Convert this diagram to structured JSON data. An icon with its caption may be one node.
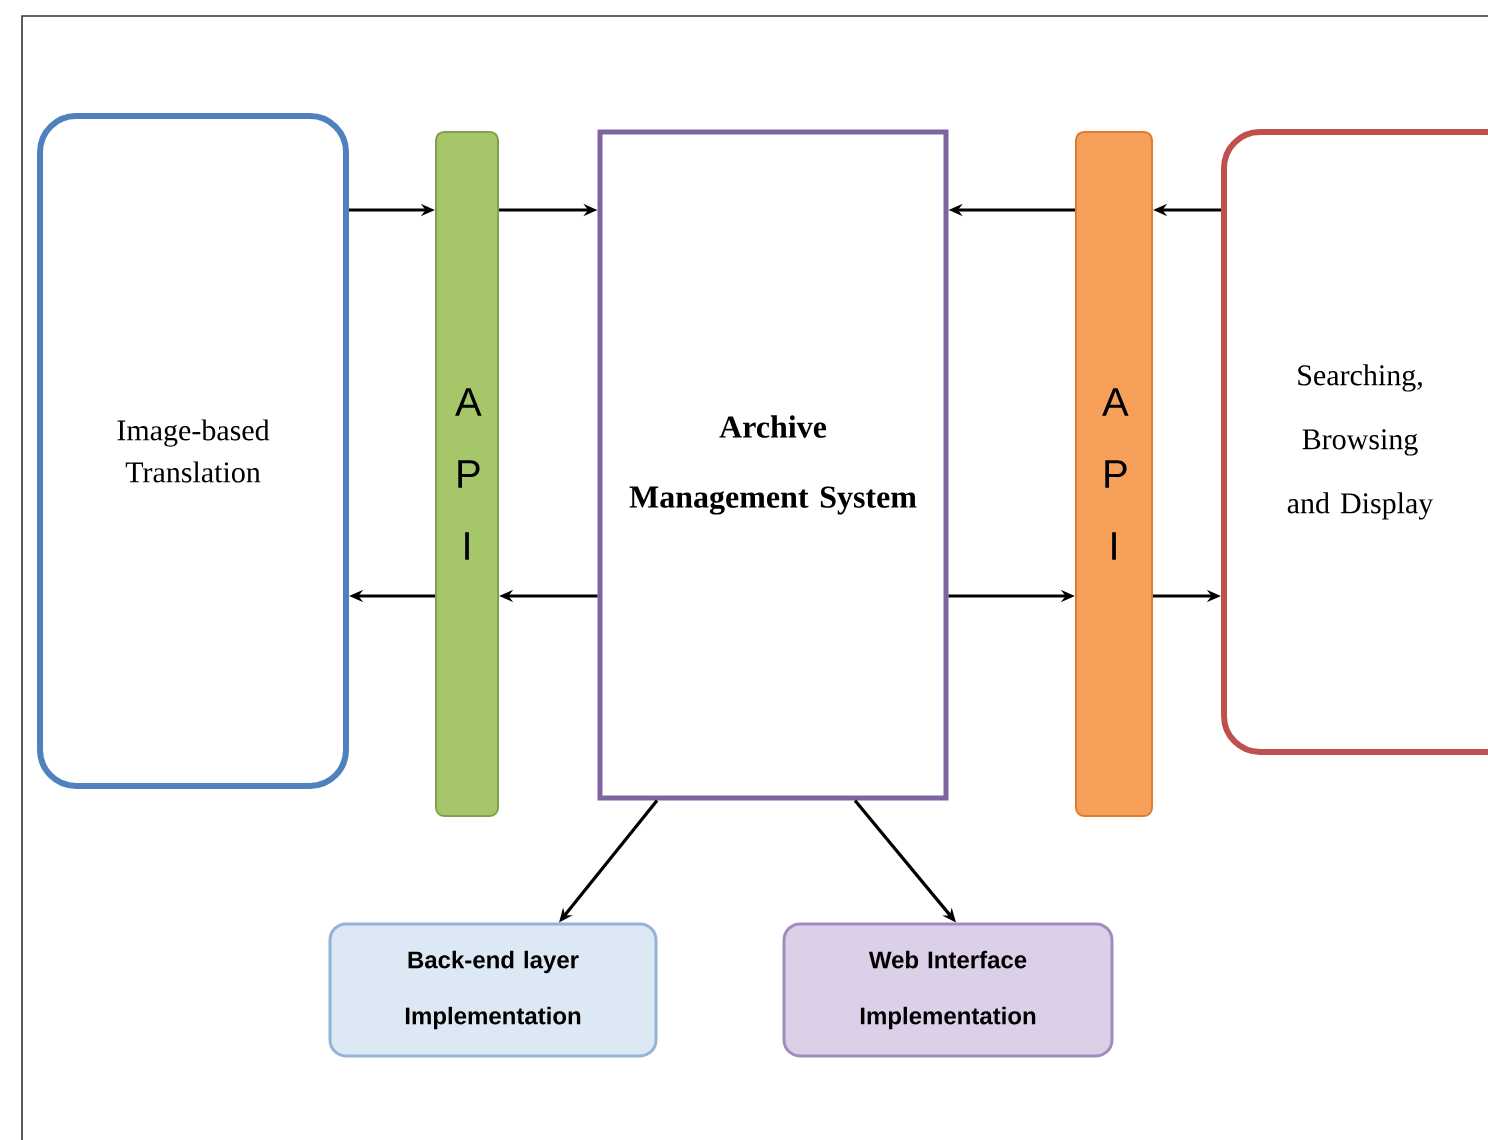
{
  "diagram": {
    "nodes": [
      {
        "text": [
          "Image-based Translation"
        ]
      },
      {
        "text": [
          "A P I"
        ]
      },
      {
        "text": [
          "Archive Management System"
        ]
      },
      {
        "text": [
          "A P I"
        ]
      },
      {
        "text": [
          "Searching, Browsing and Display"
        ]
      },
      {
        "text": [
          "Back-end layer Implementation"
        ]
      },
      {
        "text": [
          "Web Interface Implementation"
        ]
      }
    ],
    "edges": [
      {
        "from": 0,
        "to": 1,
        "arrow": "to"
      },
      {
        "from": 1,
        "to": 2,
        "arrow": "to"
      },
      {
        "from": 3,
        "to": 2,
        "arrow": "to"
      },
      {
        "from": 4,
        "to": 3,
        "arrow": "to"
      },
      {
        "from": 1,
        "to": 0,
        "arrow": "to"
      },
      {
        "from": 2,
        "to": 1,
        "arrow": "to"
      },
      {
        "from": 2,
        "to": 3,
        "arrow": "to"
      },
      {
        "from": 3,
        "to": 4,
        "arrow": "to"
      },
      {
        "from": 2,
        "to": 5,
        "arrow": "to"
      },
      {
        "from": 2,
        "to": 6,
        "arrow": "to"
      }
    ]
  }
}
